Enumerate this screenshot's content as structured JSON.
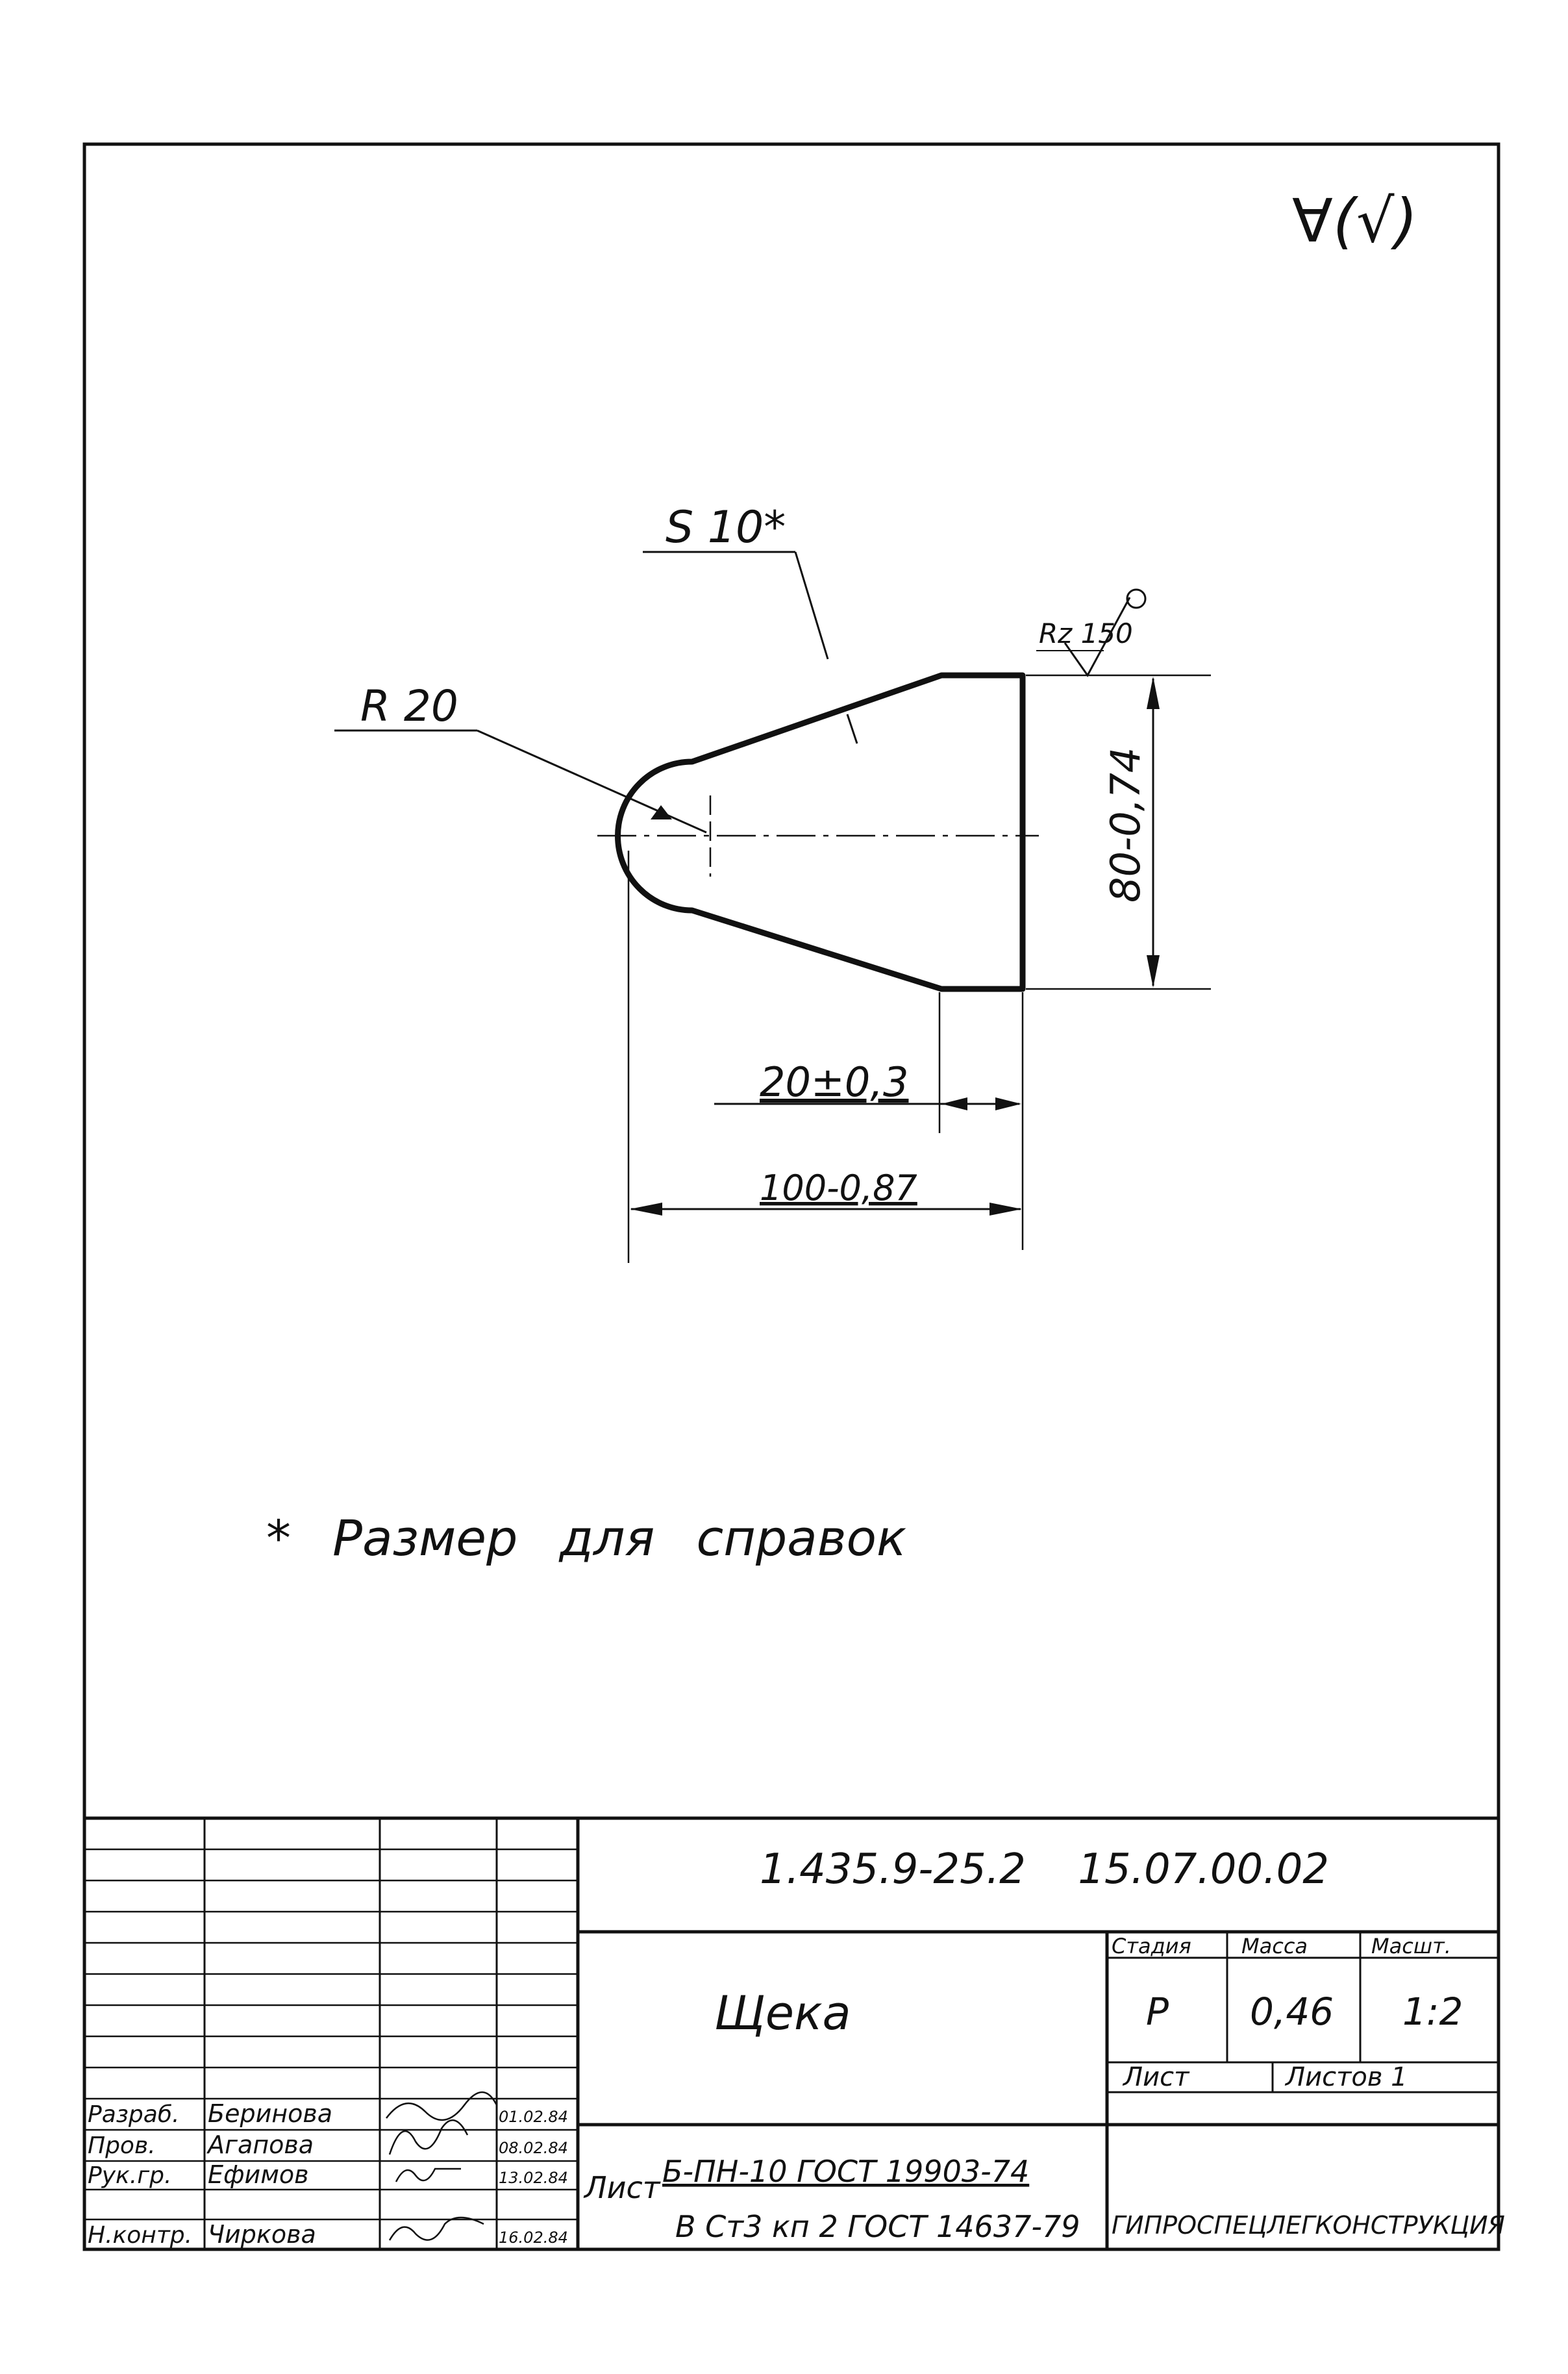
{
  "roughness_general": "∀(√)",
  "dimensions": {
    "thickness": "S 10*",
    "radius": "R 20",
    "roughness_local": "Rz 150",
    "height": "80-0,74",
    "flat_length": "20±0,3",
    "overall_length": "100-0,87"
  },
  "note": "* Размер для справок",
  "title_block": {
    "designation": "1.435.9-25.2 15.07.00.02",
    "part_name": "Щека",
    "col_stage": "Стадия",
    "col_mass": "Масса",
    "col_scale": "Масшт.",
    "stage": "Р",
    "mass": "0,46",
    "scale": "1:2",
    "sheet": "Лист",
    "sheets": "Листов 1",
    "material_prefix": "Лист",
    "material_line1": "Б-ПН-10 ГОСТ 19903-74",
    "material_line2": "В Ст3 кп 2 ГОСТ 14637-79",
    "organization": "ГИПРОСПЕЦЛЕГКОНСТРУКЦИЯ",
    "signatures": [
      {
        "role": "Разраб.",
        "name": "Беринова",
        "date": "01.02.84"
      },
      {
        "role": "Пров.",
        "name": "Агапова",
        "date": "08.02.84"
      },
      {
        "role": "Рук.гр.",
        "name": "Ефимов",
        "date": "13.02.84"
      },
      {
        "role": "Н.контр.",
        "name": "Чиркова",
        "date": "16.02.84"
      }
    ]
  }
}
